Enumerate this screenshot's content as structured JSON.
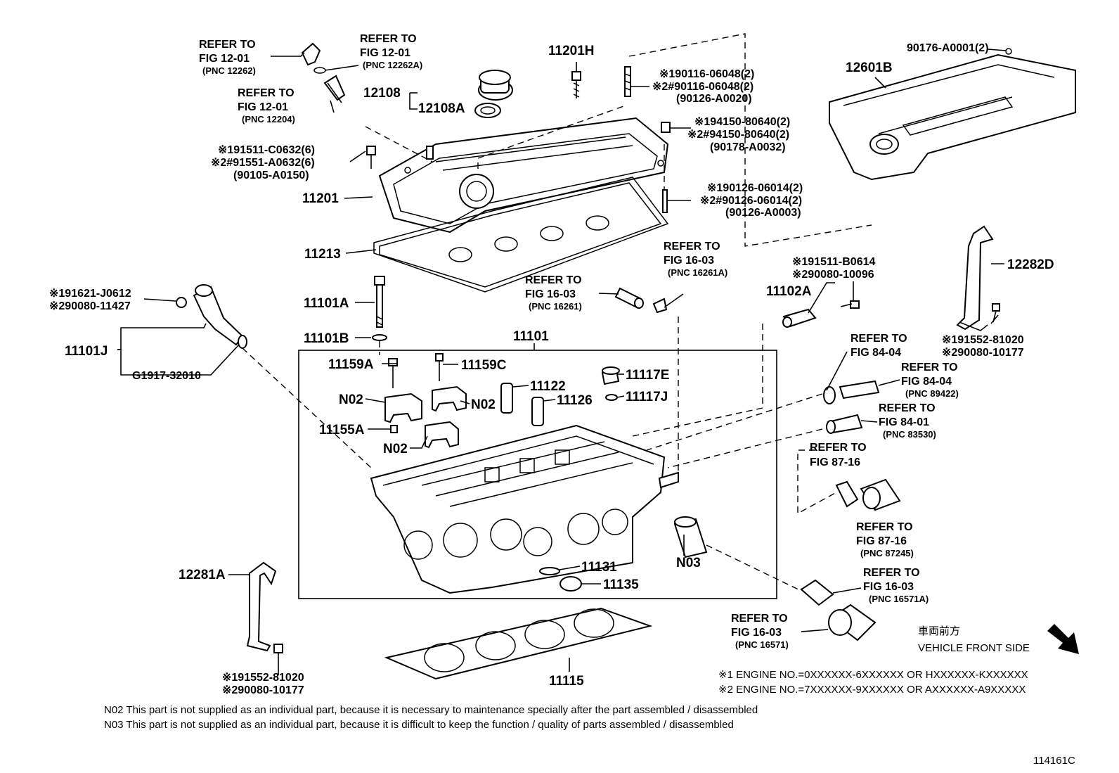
{
  "labels": {
    "ref_12262": [
      "REFER TO",
      "FIG 12-01",
      "(PNC 12262)"
    ],
    "ref_12262a": [
      "REFER TO",
      "FIG 12-01",
      "(PNC 12262A)"
    ],
    "ref_12204": [
      "REFER TO",
      "FIG 12-01",
      "(PNC 12204)"
    ],
    "p11201h": "11201H",
    "p90176": "90176-A0001(2)",
    "p12601b": "12601B",
    "p12108": "12108",
    "p12108a": "12108A",
    "bolt_90116": [
      "※190116-06048(2)",
      "※2#90116-06048(2)",
      "(90126-A0020)"
    ],
    "nut_94150": [
      "※194150-80640(2)",
      "※2#94150-80640(2)",
      "(90178-A0032)"
    ],
    "bolt_91511": [
      "※191511-C0632(6)",
      "※2#91551-A0632(6)",
      "(90105-A0150)"
    ],
    "p11201": "11201",
    "stud_90126": [
      "※190126-06014(2)",
      "※2#90126-06014(2)",
      "(90126-A0003)"
    ],
    "p11213": "11213",
    "ref_16261a": [
      "REFER TO",
      "FIG 16-03",
      "(PNC 16261A)"
    ],
    "ref_16261": [
      "REFER TO",
      "FIG 16-03",
      "(PNC 16261)"
    ],
    "bolt_91511b": [
      "※191511-B0614",
      "※290080-10096"
    ],
    "p11102a": "11102A",
    "p12282d": "12282D",
    "bolt_91621": [
      "※191621-J0612",
      "※290080-11427"
    ],
    "p11101a": "11101A",
    "p11101b": "11101B",
    "p11101": "11101",
    "p11101j": "11101J",
    "g1917": "G1917-32010",
    "bolt_91552_top": [
      "※191552-81020",
      "※290080-10177"
    ],
    "ref_84_04a": [
      "REFER TO",
      "FIG 84-04"
    ],
    "ref_84_04b": [
      "REFER TO",
      "FIG 84-04",
      "(PNC 89422)"
    ],
    "ref_84_01": [
      "REFER TO",
      "FIG 84-01",
      "(PNC 83530)"
    ],
    "ref_87_16a": [
      "REFER TO",
      "FIG 87-16"
    ],
    "ref_87_16b": [
      "REFER TO",
      "FIG 87-16",
      "(PNC 87245)"
    ],
    "ref_16571a": [
      "REFER TO",
      "FIG 16-03",
      "(PNC 16571A)"
    ],
    "ref_16571": [
      "REFER TO",
      "FIG 16-03",
      "(PNC 16571)"
    ],
    "p11159a": "11159A",
    "p11159c": "11159C",
    "p11122": "11122",
    "p11117e": "11117E",
    "p11117j": "11117J",
    "p11126": "11126",
    "n02": "N02",
    "p11155a": "11155A",
    "n03": "N03",
    "p11131": "11131",
    "p11135": "11135",
    "p12281a": "12281A",
    "p11115": "11115",
    "bolt_91552_bottom": [
      "※191552-81020",
      "※290080-10177"
    ],
    "front_jp": "車両前方",
    "front_en": "VEHICLE FRONT SIDE",
    "engine_no_1": "※1 ENGINE NO.=0XXXXXX-6XXXXXX OR HXXXXXX-KXXXXXX",
    "engine_no_2": "※2 ENGINE NO.=7XXXXXX-9XXXXXX OR AXXXXXX-A9XXXXX",
    "note_n02": "N02 This part is not supplied as an individual part, because it is necessary to maintenance specially after the part assembled / disassembled",
    "note_n03": "N03 This part is not supplied as an individual part, because it is difficult to keep the function / quality of parts  assembled / disassembled",
    "figure_id": "114161C"
  }
}
